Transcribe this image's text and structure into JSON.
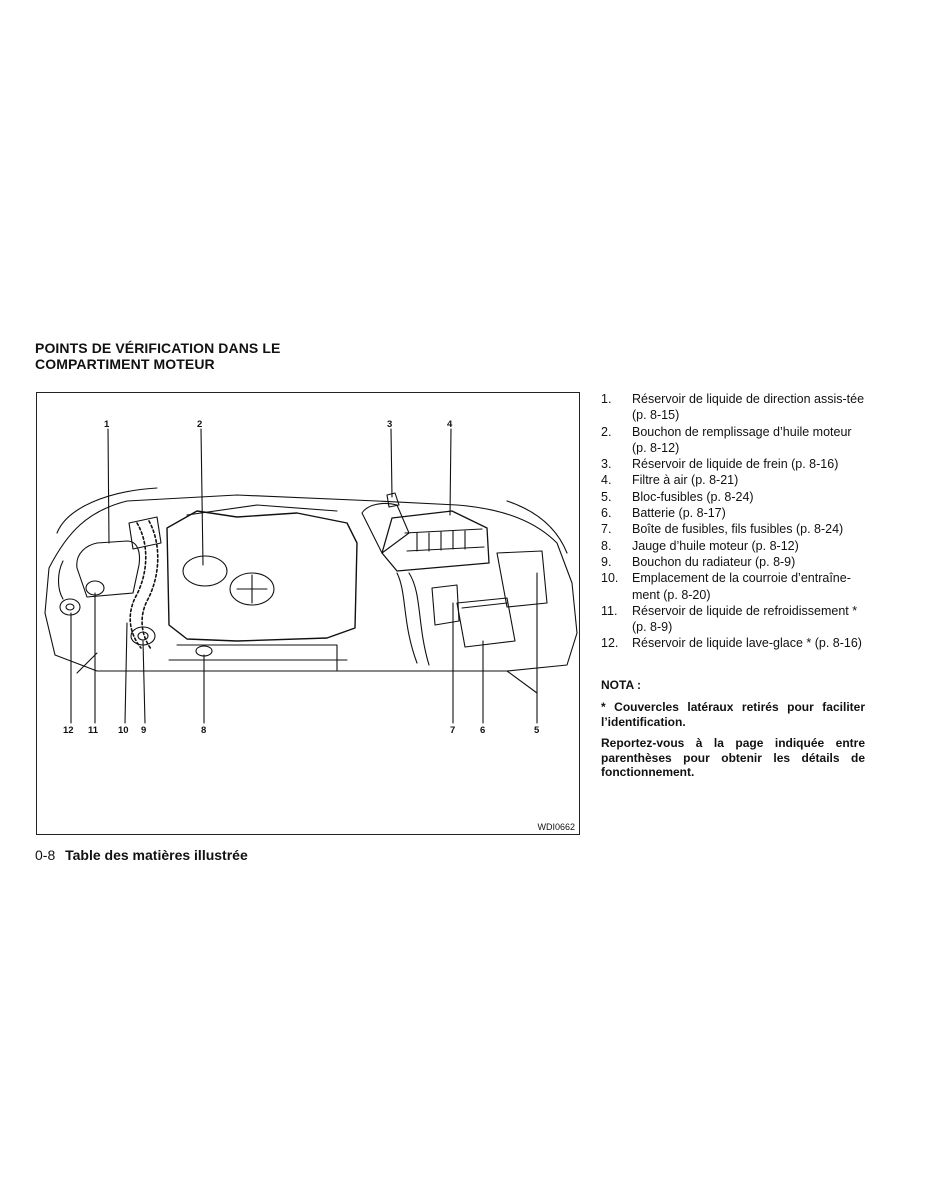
{
  "section_title_line1": "POINTS DE VÉRIFICATION DANS LE",
  "section_title_line2": "COMPARTIMENT MOTEUR",
  "figure": {
    "code": "WDI0662",
    "callouts_top": [
      "1",
      "2",
      "3",
      "4"
    ],
    "callouts_bottom": [
      "12",
      "11",
      "10",
      "9",
      "8",
      "7",
      "6",
      "5"
    ]
  },
  "legend": [
    {
      "num": "1.",
      "text": "Réservoir de liquide de direction assis-tée (p. 8-15)"
    },
    {
      "num": "2.",
      "text": "Bouchon de remplissage d’huile moteur (p. 8-12)"
    },
    {
      "num": "3.",
      "text": "Réservoir de liquide de frein (p. 8-16)"
    },
    {
      "num": "4.",
      "text": "Filtre à air (p. 8-21)"
    },
    {
      "num": "5.",
      "text": "Bloc-fusibles (p. 8-24)"
    },
    {
      "num": "6.",
      "text": "Batterie (p. 8-17)"
    },
    {
      "num": "7.",
      "text": "Boîte de fusibles, fils fusibles (p. 8-24)"
    },
    {
      "num": "8.",
      "text": "Jauge d’huile moteur (p. 8-12)"
    },
    {
      "num": "9.",
      "text": "Bouchon du radiateur (p. 8-9)"
    },
    {
      "num": "10.",
      "text": "Emplacement de la courroie d’entraîne-ment (p. 8-20)"
    },
    {
      "num": "11.",
      "text": "Réservoir de liquide de refroidissement * (p. 8-9)"
    },
    {
      "num": "12.",
      "text": "Réservoir de liquide lave-glace * (p. 8-16)"
    }
  ],
  "note_label": "NOTA :",
  "note_1": "* Couvercles latéraux retirés pour faciliter l’identification.",
  "note_2": "Reportez-vous à la page indiquée entre parenthèses pour obtenir les détails de fonctionnement.",
  "footer": {
    "page_number": "0-8",
    "title": "Table des matières illustrée"
  }
}
